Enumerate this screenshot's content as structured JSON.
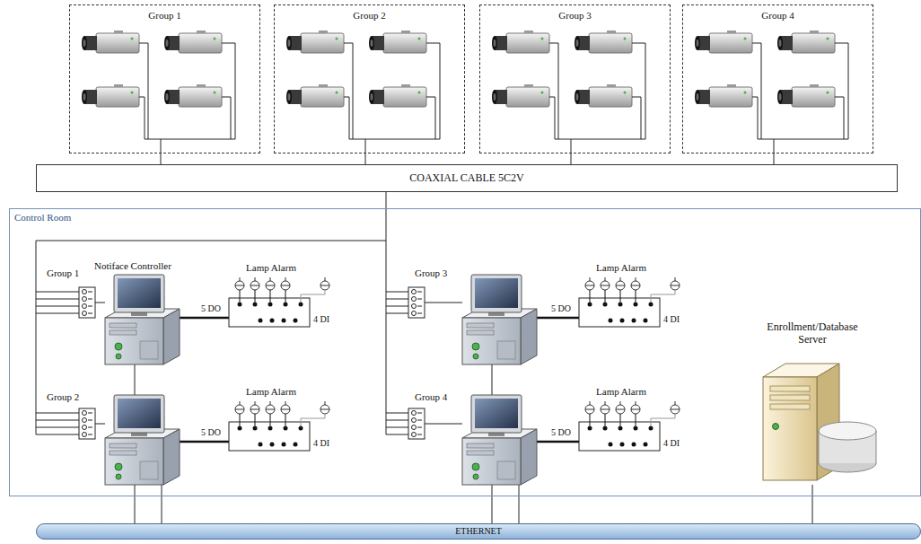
{
  "diagram": {
    "nodes": [
      {
        "text": [
          "Group 1"
        ]
      },
      {
        "text": [
          "Group 2"
        ]
      },
      {
        "text": [
          "Group 3"
        ]
      },
      {
        "text": [
          "Group 4"
        ]
      },
      {
        "text": [
          "COAXIAL CABLE 5C2V"
        ]
      },
      {
        "text": [
          "Control Room"
        ]
      },
      {
        "text": [
          "Lamp Alarm",
          "5 DO",
          "4 DI"
        ],
        "in": 5
      },
      {
        "text": [
          "Lamp Alarm",
          "5 DO",
          "4 DI"
        ],
        "in": 5
      },
      {
        "text": [
          "Enrollment/Database Server"
        ],
        "in": 5
      },
      {
        "text": [
          "Lamp Alarm",
          "5 DO",
          "4 DI"
        ],
        "in": 5
      },
      {
        "text": [
          "Lamp Alarm",
          "5 DO",
          "4 DI"
        ],
        "in": 5
      },
      {
        "text": [
          "ETHERNET"
        ]
      }
    ],
    "edges": [
      {
        "from": 0,
        "to": 4,
        "arrow": "none"
      },
      {
        "from": 1,
        "to": 4,
        "arrow": "none"
      },
      {
        "from": 2,
        "to": 4,
        "arrow": "none"
      },
      {
        "from": 3,
        "to": 4,
        "arrow": "none"
      },
      {
        "from": 4,
        "to": 5,
        "arrow": "none"
      },
      {
        "from": 8,
        "to": 11,
        "arrow": "none"
      }
    ],
    "labels": [
      "Notiface Controller",
      "Group 1",
      "Group 3",
      "Group 2",
      "Group 4"
    ]
  }
}
